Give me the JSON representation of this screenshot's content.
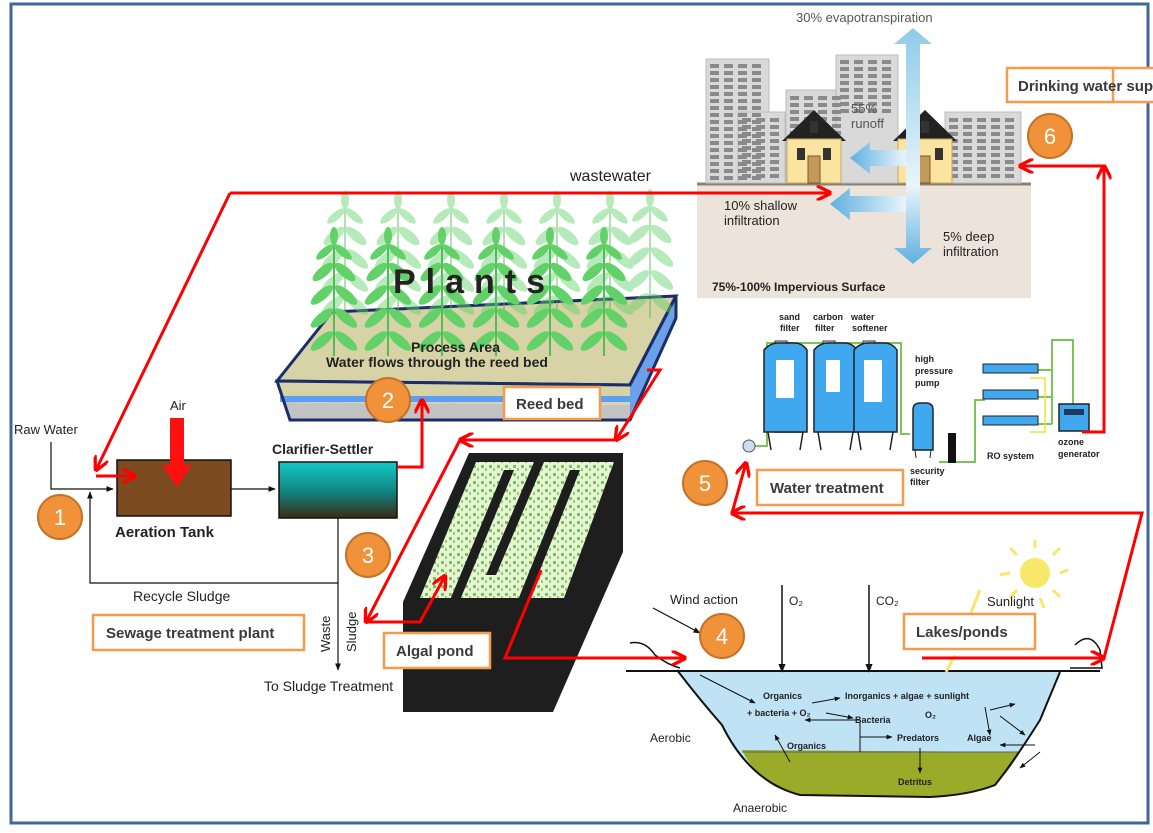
{
  "title": "Integrated wastewater treatment and water reuse cycle",
  "colors": {
    "frame": "#3f6799",
    "flow_arrow": "#ff0000",
    "badge_fill": "#f0923a",
    "badge_border": "#c77026",
    "label_box_border": "#f59b4c",
    "aeration_tank": "#7b4a1e",
    "pond_water": "#bfe3f5",
    "pond_sludge": "#9aab2a",
    "plant_green": "#5fcf66",
    "tank_blue": "#3fa9ea"
  },
  "stages": [
    {
      "number": "1",
      "label": "Sewage treatment plant"
    },
    {
      "number": "2",
      "label": "Reed bed"
    },
    {
      "number": "3",
      "label": "Algal pond"
    },
    {
      "number": "4",
      "label": "Lakes/ponds"
    },
    {
      "number": "5",
      "label": "Water treatment"
    },
    {
      "number": "6",
      "label": "Drinking water supply"
    }
  ],
  "sewage_plant": {
    "raw_water": "Raw Water",
    "air": "Air",
    "aeration_tank": "Aeration Tank",
    "clarifier": "Clarifier-Settler",
    "recycle_sludge": "Recycle Sludge",
    "waste": "Waste",
    "sludge": "Sludge",
    "to_sludge_treatment": "To Sludge Treatment"
  },
  "reed_bed": {
    "plants": "Plants",
    "process_area": "Process Area",
    "flow_note": "Water flows through the reed bed"
  },
  "urban": {
    "wastewater": "wastewater",
    "evapotranspiration": "30% evapotranspiration",
    "runoff_pct": "55%",
    "runoff": "runoff",
    "shallow_pct": "10% shallow",
    "shallow": "infiltration",
    "deep_pct": "5% deep",
    "deep": "infiltration",
    "surface": "75%-100% Impervious Surface"
  },
  "water_treatment": {
    "sand_1": "sand",
    "sand_2": "filter",
    "carbon_1": "carbon",
    "carbon_2": "filter",
    "softener_1": "water",
    "softener_2": "softener",
    "hp_1": "high",
    "hp_2": "pressure",
    "hp_3": "pump",
    "security_1": "security",
    "security_2": "filter",
    "ro": "RO system",
    "ozone_1": "ozone",
    "ozone_2": "generator"
  },
  "pond": {
    "wind": "Wind action",
    "o2": "O₂",
    "co2": "CO₂",
    "sunlight": "Sunlight",
    "organics_top": "Organics",
    "bacteria_o2": "+ bacteria + O₂",
    "inorganics": "Inorganics + algae + sunlight",
    "bacteria": "Bacteria",
    "o2_inner": "O₂",
    "predators": "Predators",
    "algae": "Algae",
    "organics_bottom": "Organics",
    "detritus": "Detritus",
    "aerobic": "Aerobic",
    "anaerobic": "Anaerobic"
  }
}
